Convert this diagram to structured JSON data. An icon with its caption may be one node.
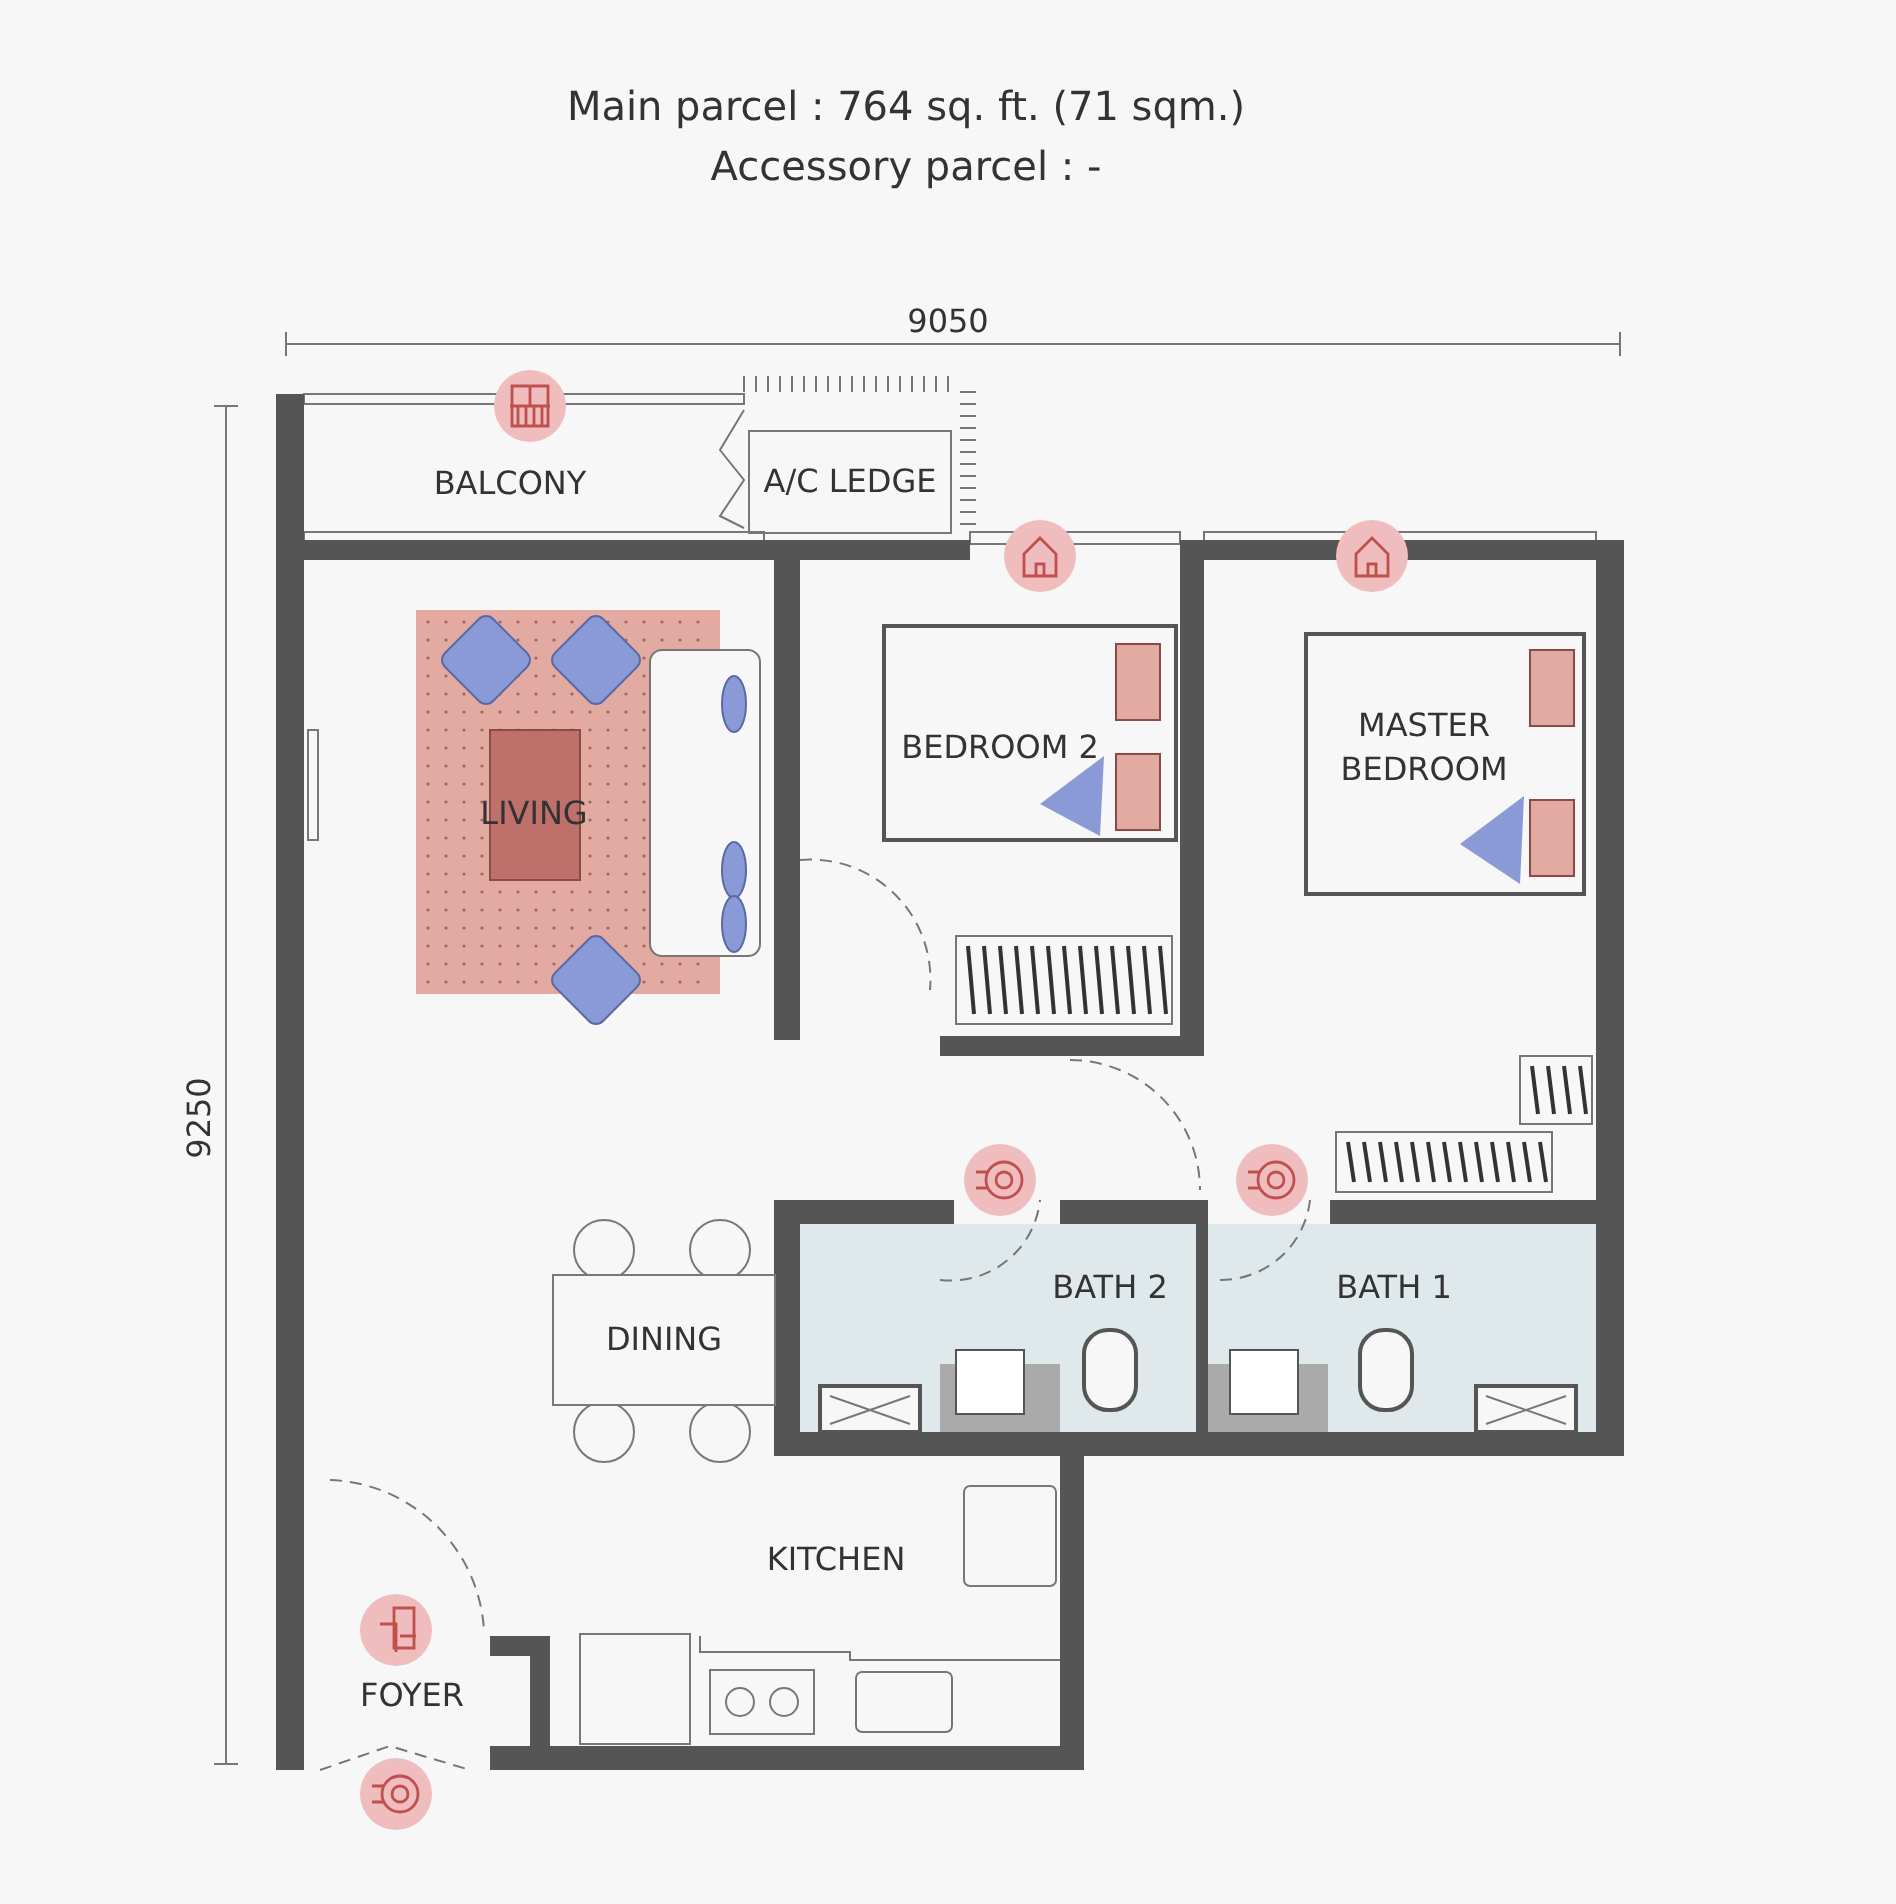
{
  "diagram": {
    "title": "Main parcel : 764 sq. ft. (71 sqm.)",
    "nodes": [
      {
        "text": [
          "BALCONY"
        ]
      },
      {
        "text": [
          "A/C LEDGE"
        ]
      },
      {
        "text": [
          "LIVING"
        ]
      },
      {
        "text": [
          "BEDROOM 2"
        ]
      },
      {
        "text": [
          "MASTER BEDROOM"
        ]
      },
      {
        "text": [
          "BATH 2"
        ]
      },
      {
        "text": [
          "BATH 1"
        ]
      },
      {
        "text": [
          "DINING"
        ]
      },
      {
        "text": [
          "KITCHEN"
        ]
      },
      {
        "text": [
          "FOYER"
        ]
      }
    ],
    "edges": [],
    "labels": [
      "Accessory parcel : -",
      "9050",
      "9250"
    ]
  }
}
